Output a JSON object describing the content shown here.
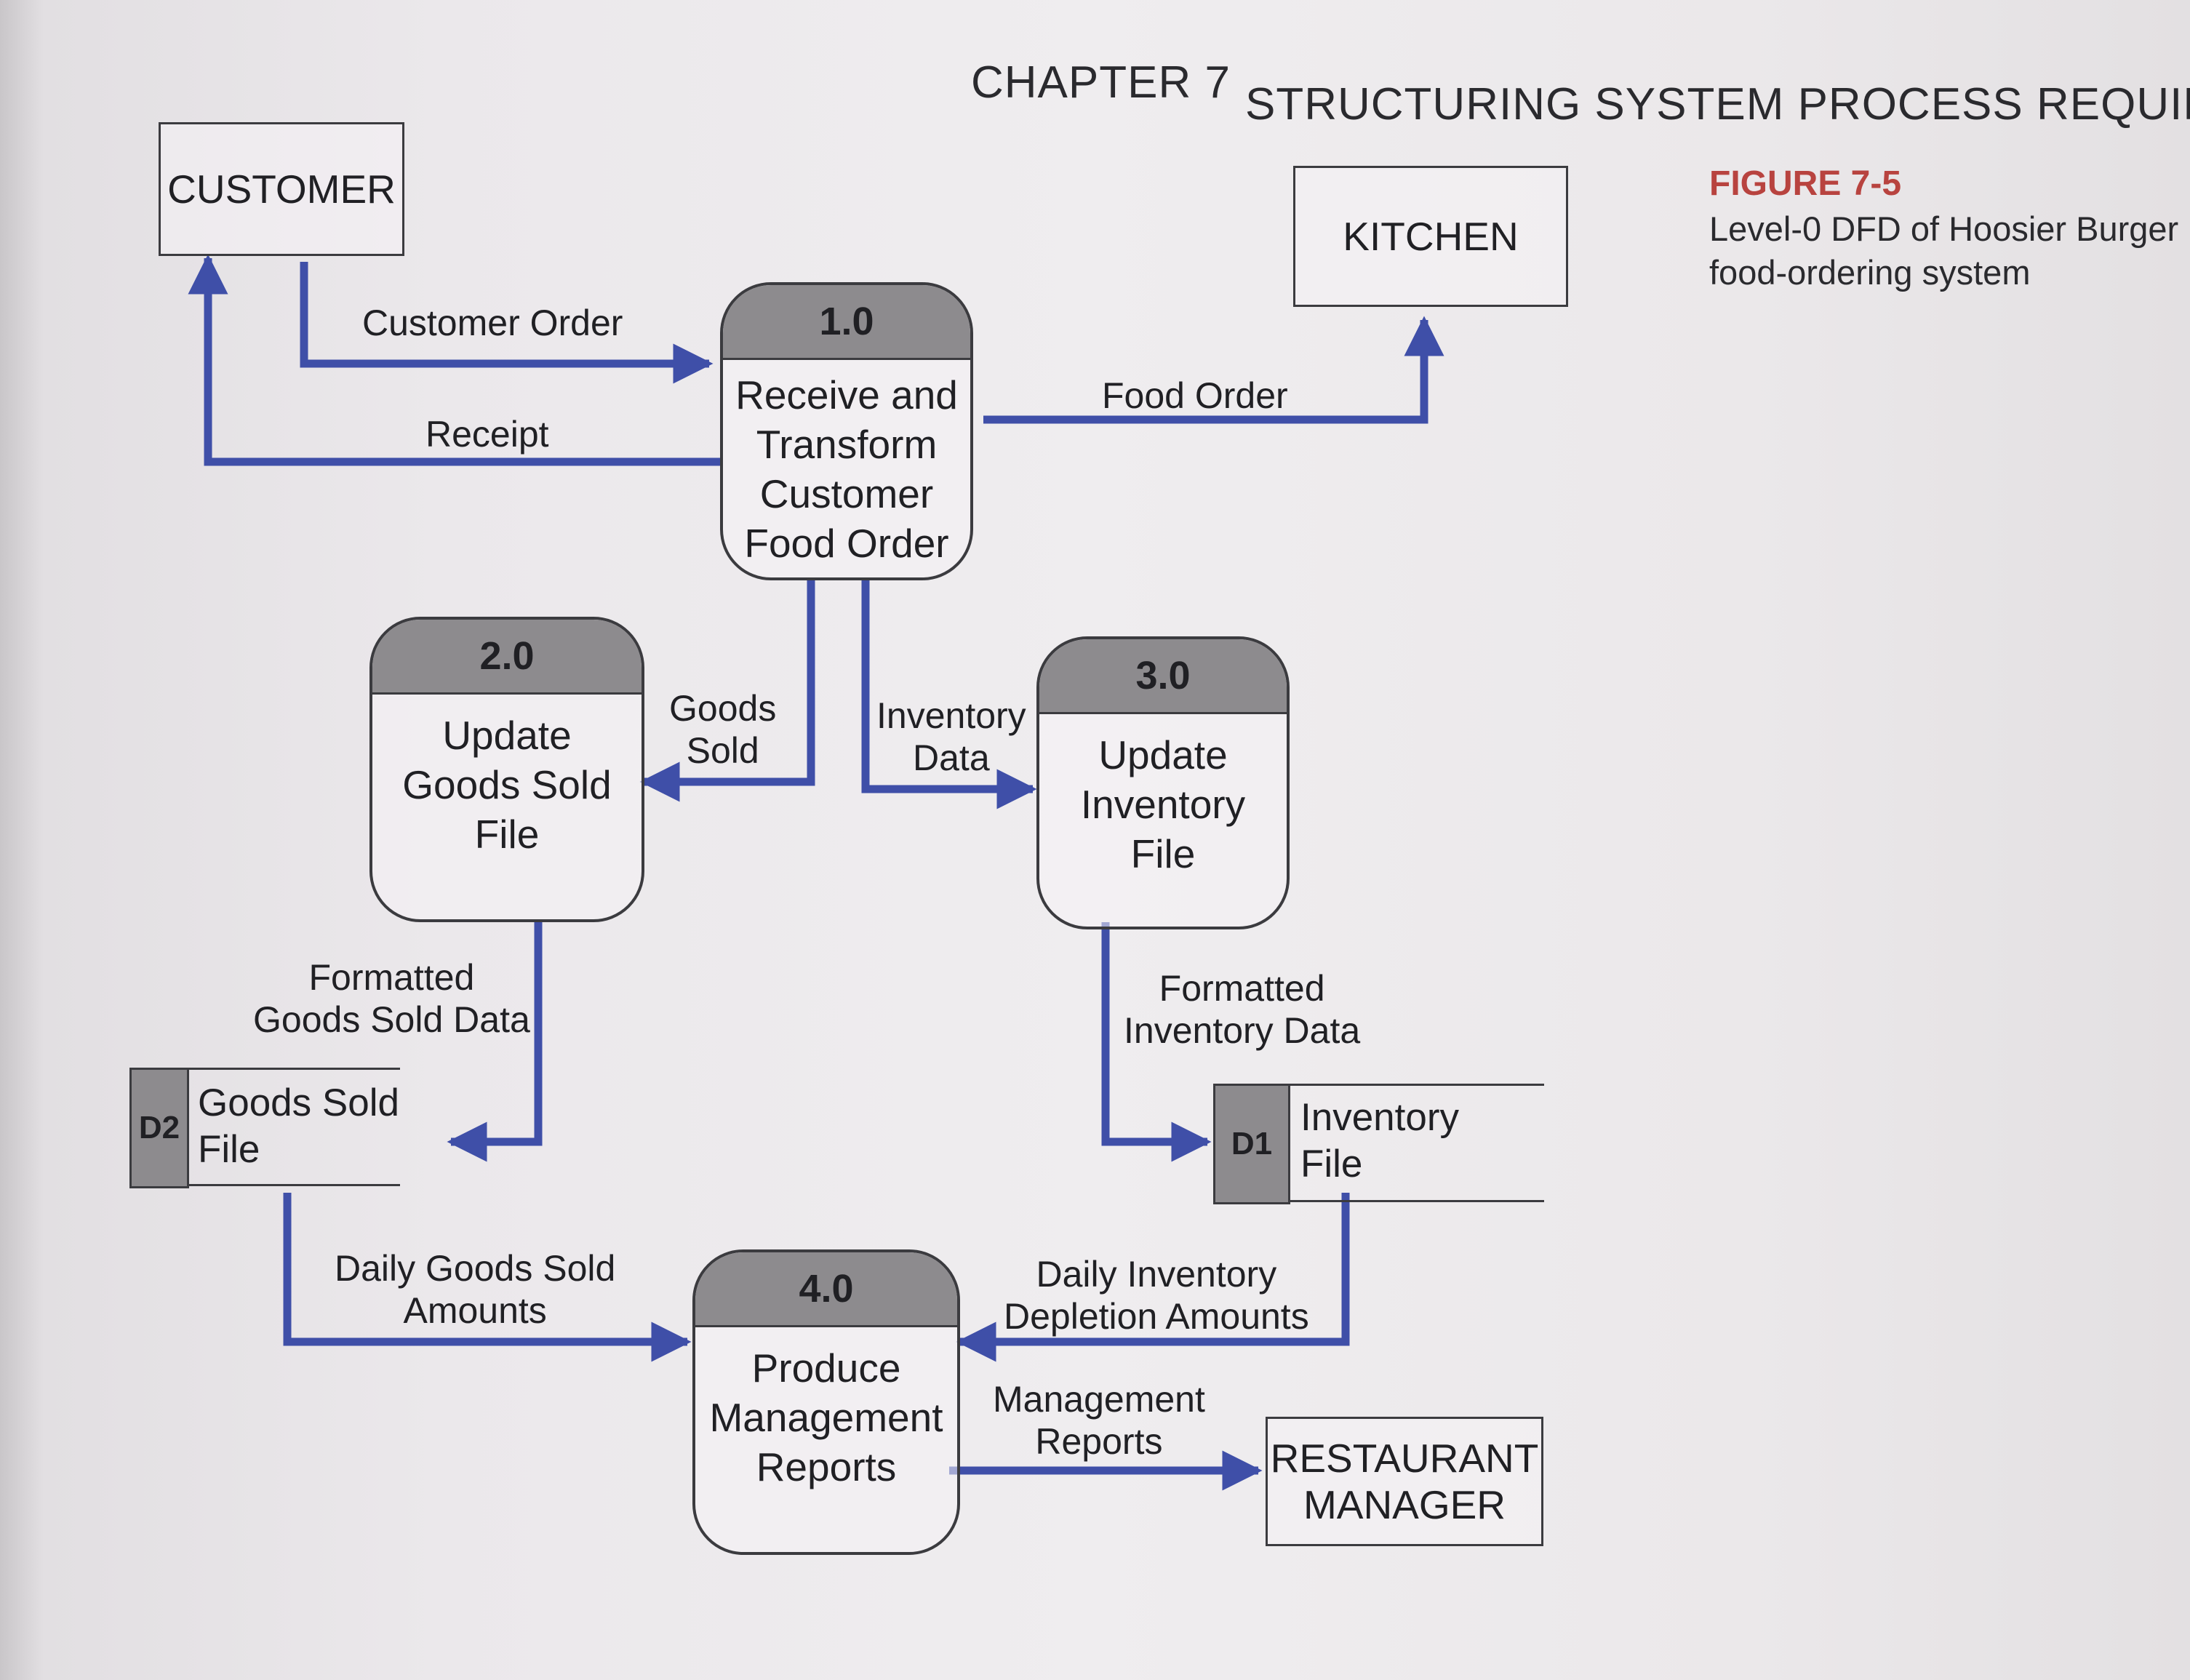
{
  "header": {
    "chapter": "CHAPTER 7",
    "title": "STRUCTURING SYSTEM PROCESS REQUIREMENTS"
  },
  "figure": {
    "label": "FIGURE 7-5",
    "caption": "Level-0 DFD of Hoosier Burger food-ordering system"
  },
  "entities": {
    "customer": "CUSTOMER",
    "kitchen": "KITCHEN",
    "manager": "RESTAURANT\nMANAGER"
  },
  "processes": {
    "p1": {
      "id": "1.0",
      "name": "Receive and\nTransform\nCustomer\nFood Order"
    },
    "p2": {
      "id": "2.0",
      "name": "Update\nGoods Sold\nFile"
    },
    "p3": {
      "id": "3.0",
      "name": "Update\nInventory\nFile"
    },
    "p4": {
      "id": "4.0",
      "name": "Produce\nManagement\nReports"
    }
  },
  "stores": {
    "d2": {
      "id": "D2",
      "name": "Goods Sold\nFile"
    },
    "d1": {
      "id": "D1",
      "name": "Inventory\nFile"
    }
  },
  "flows": {
    "customer_order": "Customer Order",
    "receipt": "Receipt",
    "food_order": "Food Order",
    "goods_sold": "Goods\nSold",
    "inventory_data": "Inventory\nData",
    "formatted_goods": "Formatted\nGoods Sold Data",
    "formatted_inventory": "Formatted\nInventory Data",
    "daily_goods": "Daily Goods Sold\nAmounts",
    "daily_inventory": "Daily Inventory\nDepletion Amounts",
    "mgmt_reports": "Management\nReports"
  },
  "colors": {
    "arrow": "#3f4fa8",
    "process_header": "#8d8b8e",
    "figure_label": "#b8433f"
  }
}
